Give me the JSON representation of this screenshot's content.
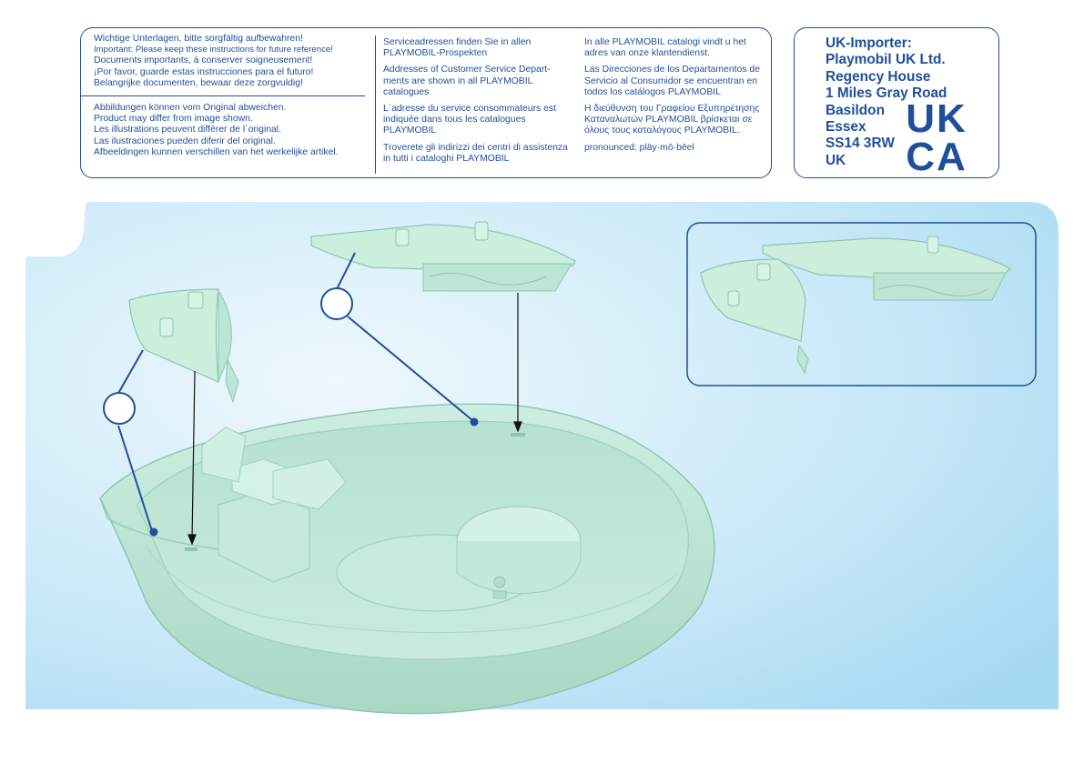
{
  "info": {
    "col1_top": [
      "Wichtige Unterlagen, bitte sorgfältig aufbewahren!",
      "Important: Please keep these instructions for future reference!",
      "Documents importants, à conserver soigneusement!",
      "¡Por favor, guarde estas instrucciones para el futuro!",
      "Belangrijke documenten, bewaar deze zorgvuldig!"
    ],
    "col1_bottom": [
      "Abbildungen können vom Original abweichen.",
      "Product may differ from image shown.",
      "Les illustrations peuvent différer de l`original.",
      "Las ilustraciones pueden diferir del original.",
      "Afbeeldingen kunnen verschillen van het werkelijke artikel."
    ],
    "col2": [
      "Serviceadressen finden Sie in allen PLAYMOBIL-Prospekten",
      "Addresses of Customer Service Depart-ments are shown in all PLAYMOBIL catalogues",
      "L`adresse du service consommateurs est indiquée dans tous les catalogues PLAYMOBIL",
      "Troverete gli indirizzi dei centri di assistenza in tutti i cataloghi PLAYMOBIL"
    ],
    "col3": [
      "In alle PLAYMOBIL catalogi  vindt u het adres van onze klantendienst.",
      "Las Direcciones de los Departamentos de Servicio al Consumidor se encuentran en todos los catálogos PLAYMOBIL",
      "Η διεύθυνση του Γραφείου Εξυπηρέτησης Καταναλωτών PLAYMOBIL βρίσκεται σε όλους τους καταλόγους PLAYMOBIL.",
      "pronounced: pläy·mō·bēel"
    ]
  },
  "importer": {
    "lines": [
      "UK-Importer:",
      "Playmobil UK Ltd.",
      "Regency House",
      "1 Miles Gray Road",
      "Basildon",
      "Essex",
      "SS14 3RW",
      "UK"
    ],
    "mark_top": "UK",
    "mark_bottom": "CA"
  },
  "colors": {
    "brand_blue": "#1f4f9a",
    "scene_light": "#e8f5fc",
    "scene_mid": "#a8dcf3",
    "part_green": "#bfe6d6",
    "part_shadow": "#8fc5b2"
  }
}
